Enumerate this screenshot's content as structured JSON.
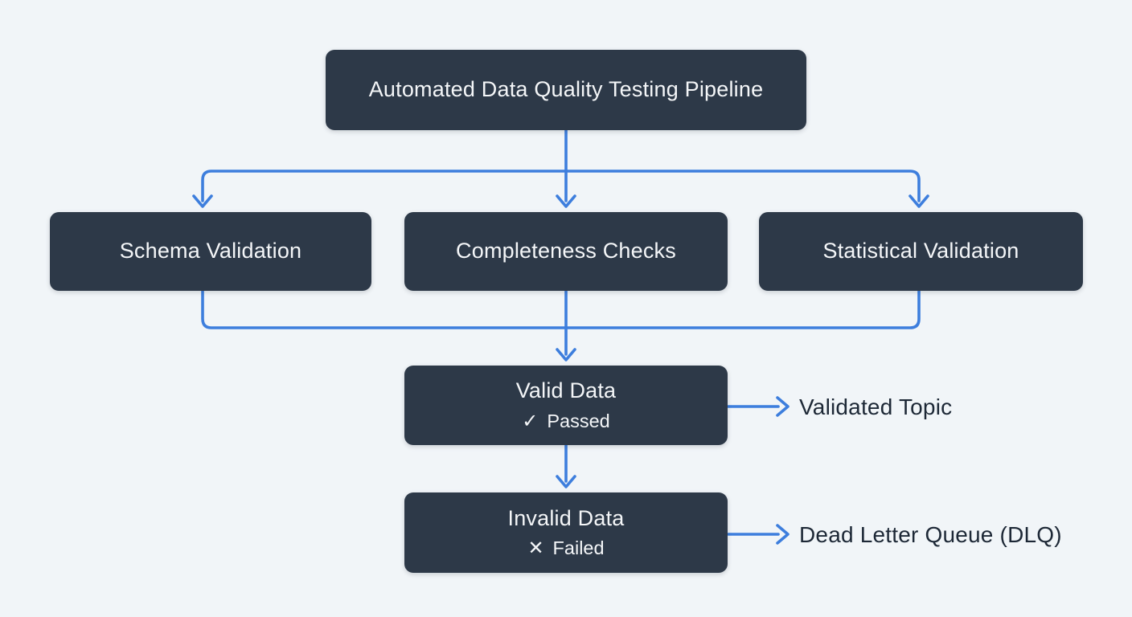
{
  "diagram": {
    "title_node": {
      "label": "Automated Data Quality Testing Pipeline"
    },
    "validators": [
      {
        "label": "Schema Validation"
      },
      {
        "label": "Completeness Checks"
      },
      {
        "label": "Statistical Validation"
      }
    ],
    "outcomes": [
      {
        "label": "Valid Data",
        "icon": "✓",
        "status": "Passed",
        "target_label": "Validated Topic"
      },
      {
        "label": "Invalid Data",
        "icon": "✕",
        "status": "Failed",
        "target_label": "Dead Letter Queue (DLQ)"
      }
    ],
    "colors": {
      "background": "#f1f5f8",
      "node_fill": "#2d3948",
      "node_text": "#f4f6f8",
      "arrow": "#3d7edd",
      "label_text": "#1d2836"
    }
  }
}
